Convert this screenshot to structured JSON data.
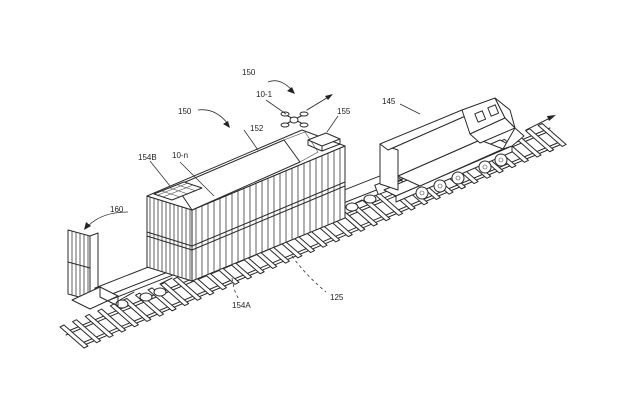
{
  "labels": {
    "ref_150_top": "150",
    "ref_150_left": "150",
    "ref_10_1": "10-1",
    "ref_155": "155",
    "ref_145": "145",
    "ref_152": "152",
    "ref_154b": "154B",
    "ref_10_n": "10-n",
    "ref_160": "160",
    "ref_154a": "154A",
    "ref_125": "125"
  }
}
